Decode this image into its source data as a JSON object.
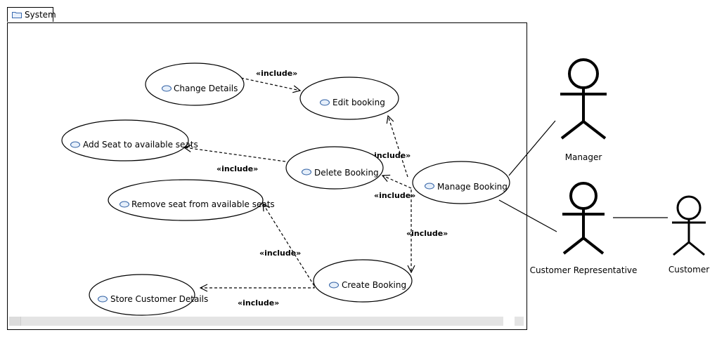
{
  "package": {
    "title": "System"
  },
  "use_cases": {
    "change_details": "Change Details",
    "edit_booking": "Edit booking",
    "add_seat": "Add Seat to available seats",
    "delete_booking": "Delete Booking",
    "manage_booking": "Manage Booking",
    "remove_seat": "Remove seat from available seats",
    "create_booking": "Create Booking",
    "store_customer": "Store Customer Details"
  },
  "relations": {
    "include": "«include»"
  },
  "actors": {
    "manager": "Manager",
    "customer_rep": "Customer Representative",
    "customer": "Customer"
  }
}
